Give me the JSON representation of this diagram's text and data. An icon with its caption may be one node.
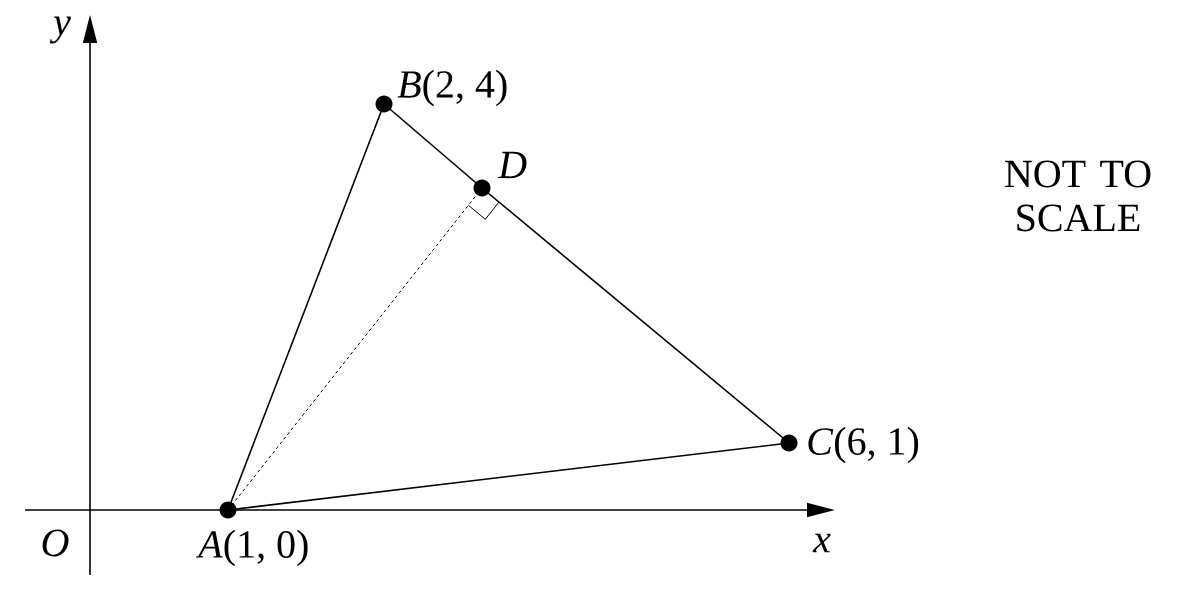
{
  "diagram": {
    "nodes": [
      {
        "text": [],
        "shape": "circle",
        "beside": [
          "*A*(1, 0)"
        ]
      },
      {
        "text": [],
        "shape": "circle",
        "beside": [
          "*B*(2, 4)"
        ]
      },
      {
        "text": [],
        "shape": "circle",
        "beside": [
          "*C*(6, 1)"
        ]
      },
      {
        "text": [],
        "shape": "circle",
        "beside": [
          "D"
        ]
      }
    ],
    "edges": [
      {
        "from": 0,
        "to": 1,
        "arrow": "none"
      },
      {
        "from": 1,
        "to": 3,
        "arrow": "none"
      },
      {
        "from": 3,
        "to": 2,
        "arrow": "none"
      },
      {
        "from": 2,
        "to": 0,
        "arrow": "none"
      },
      {
        "from": 0,
        "to": 3,
        "arrow": "none",
        "style": "dashed"
      }
    ],
    "labels": [
      "y",
      "O",
      "x",
      "NOT TO SCALE"
    ]
  }
}
